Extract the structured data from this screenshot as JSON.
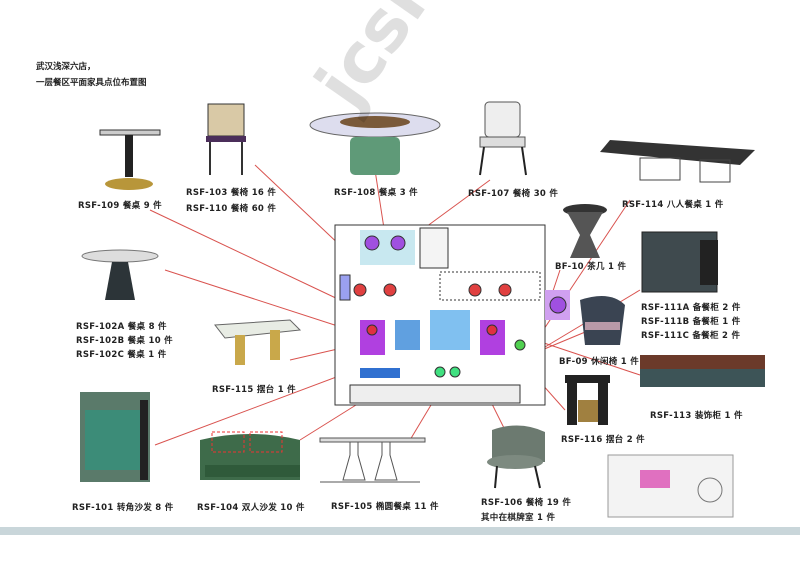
{
  "header": {
    "store": "武汉浅深六店，",
    "subtitle": "一层餐区平面家具点位布置图"
  },
  "items": [
    {
      "code": "RSF-109",
      "name": "餐桌",
      "qty": "RSF-109 餐桌 9 件"
    },
    {
      "code": "RSF-103",
      "qty": "RSF-103 餐椅 16 件"
    },
    {
      "code": "RSF-110",
      "qty": "RSF-110 餐椅 60 件"
    },
    {
      "code": "RSF-108",
      "qty": "RSF-108 餐桌 3 件"
    },
    {
      "code": "RSF-107",
      "qty": "RSF-107 餐椅 30 件"
    },
    {
      "code": "RSF-114",
      "qty": "RSF-114 八人餐桌 1 件"
    },
    {
      "code": "BF-10",
      "qty": "BF-10 茶几 1 件"
    },
    {
      "code": "RSF-102A",
      "qty": "RSF-102A 餐桌 8 件"
    },
    {
      "code": "RSF-102B",
      "qty": "RSF-102B 餐桌 10 件"
    },
    {
      "code": "RSF-102C",
      "qty": "RSF-102C 餐桌 1 件"
    },
    {
      "code": "RSF-115",
      "qty": "RSF-115 摆台 1 件"
    },
    {
      "code": "RSF-111A",
      "qty": "RSF-111A 备餐柜 2 件"
    },
    {
      "code": "RSF-111B",
      "qty": "RSF-111B 备餐柜 1 件"
    },
    {
      "code": "RSF-111C",
      "qty": "RSF-111C 备餐柜 2 件"
    },
    {
      "code": "BF-09",
      "qty": "BF-09 休闲椅 1 件"
    },
    {
      "code": "RSF-113",
      "qty": "RSF-113 装饰柜 1 件"
    },
    {
      "code": "RSF-116",
      "qty": "RSF-116 摆台 2 件"
    },
    {
      "code": "RSF-101",
      "qty": "RSF-101 转角沙发 8 件"
    },
    {
      "code": "RSF-104",
      "qty": "RSF-104 双人沙发 10 件"
    },
    {
      "code": "RSF-105",
      "qty": "RSF-105 椭圆餐桌 11 件"
    },
    {
      "code": "RSF-106",
      "qty": "RSF-106 餐椅 19 件",
      "note": "其中在棋牌室 1 件"
    }
  ],
  "colors": {
    "leader": "#d9534f",
    "sofa": "#3e6b4a",
    "cabinet": "#3f4a4e",
    "gold": "#b8963a"
  }
}
